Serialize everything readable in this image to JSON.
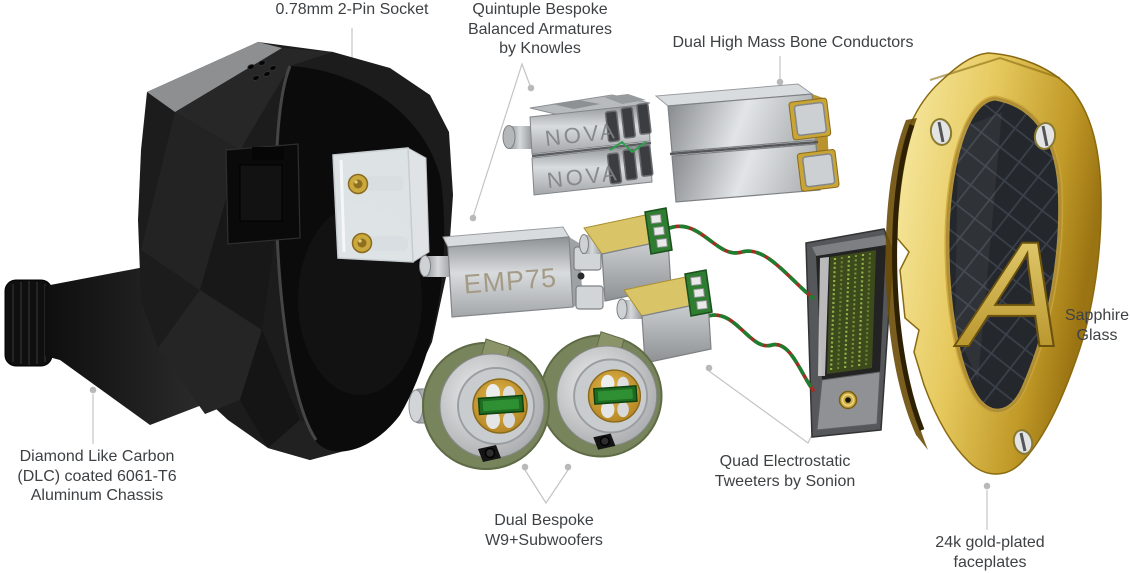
{
  "page": {
    "background": "#ffffff"
  },
  "diagram": {
    "subject": "Exploded view of a multi-driver in-ear monitor showing chassis, drivers and faceplate",
    "labels": {
      "socket": "0.78mm 2-Pin Socket",
      "armatures": "Quintuple Bespoke\nBalanced Armatures\nby Knowles",
      "bone_conductors": "Dual High Mass Bone Conductors",
      "chassis": "Diamond Like Carbon\n(DLC) coated 6061-T6\nAluminum Chassis",
      "subwoofers": "Dual Bespoke\nW9+Subwoofers",
      "tweeters": "Quad Electrostatic\nTweeters by Sonion",
      "sapphire": "Sapphire\nGlass",
      "faceplates": "24k gold-plated\nfaceplates"
    },
    "engravings": {
      "armature_top": "NOVA",
      "armature_bottom": "NOVA",
      "midrange_driver": "EMP75",
      "faceplate_logo": "A"
    },
    "colors": {
      "label_text": "#3e4144",
      "leader_line": "#c4c4c4",
      "leader_dot": "#b9b9b9",
      "gold": "#d4af37",
      "pcb_green": "#2e7d30",
      "wire_red": "#a62b20",
      "wire_green": "#1e7d2e",
      "shell_black": "#1d1d1d"
    }
  }
}
